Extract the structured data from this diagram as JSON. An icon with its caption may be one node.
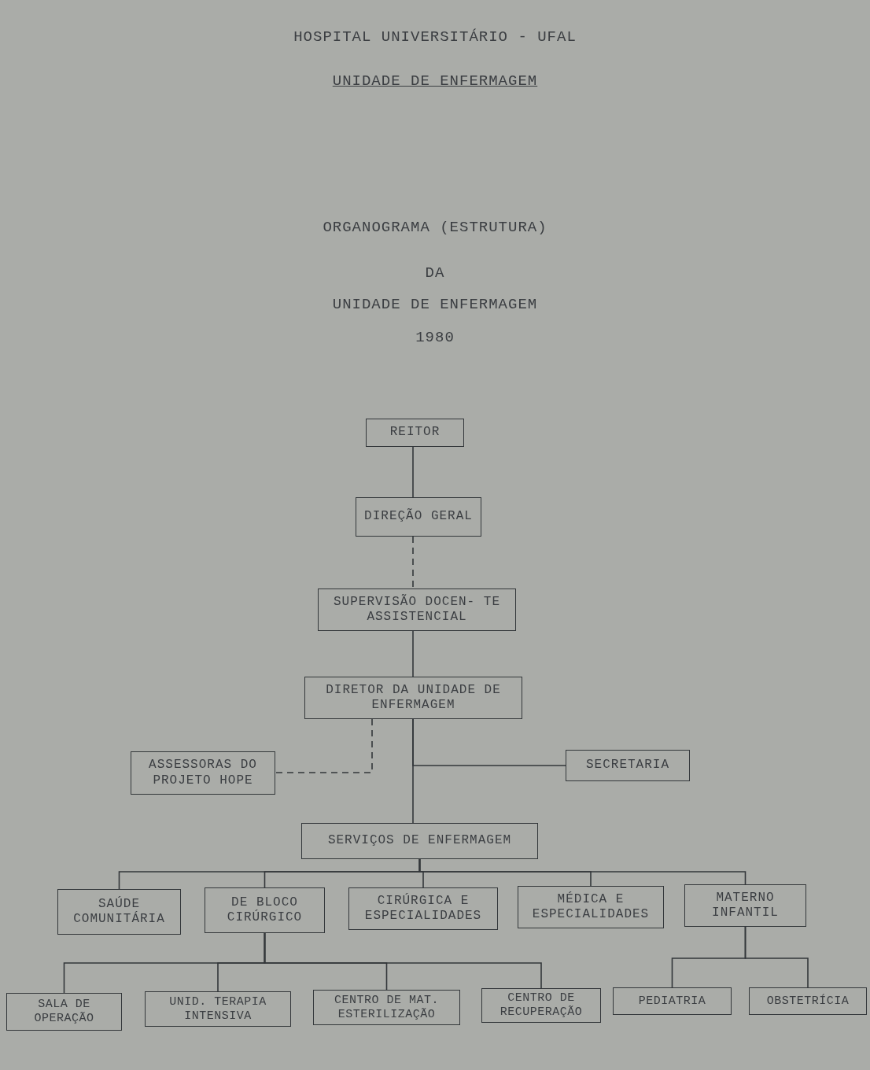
{
  "diagram": {
    "title": "HOSPITAL UNIVERSITÁRIO - UFAL",
    "nodes": [
      {
        "text": [
          "REITOR"
        ]
      },
      {
        "text": [
          "DIREÇÃO GERAL"
        ]
      },
      {
        "text": [
          "SUPERVISÃO DOCEN- TE ASSISTENCIAL"
        ]
      },
      {
        "text": [
          "DIRETOR DA UNIDADE DE ENFERMAGEM"
        ]
      },
      {
        "text": [
          "ASSESSORAS DO PROJETO HOPE"
        ]
      },
      {
        "text": [
          "SECRETARIA"
        ]
      },
      {
        "text": [
          "SERVIÇOS DE ENFERMAGEM"
        ]
      },
      {
        "text": [
          "SAÚDE COMUNITÁRIA"
        ]
      },
      {
        "text": [
          "DE BLOCO CIRÚRGICO"
        ]
      },
      {
        "text": [
          "CIRÚRGICA E ESPECIALIDADES"
        ]
      },
      {
        "text": [
          "MÉDICA E ESPECIALIDADES"
        ]
      },
      {
        "text": [
          "MATERNO INFANTIL"
        ]
      },
      {
        "text": [
          "SALA DE OPERAÇÃO"
        ]
      },
      {
        "text": [
          "UNID. TERAPIA INTENSIVA"
        ]
      },
      {
        "text": [
          "CENTRO DE MAT. ESTERILIZAÇÃO"
        ]
      },
      {
        "text": [
          "CENTRO DE RECUPERAÇÃO"
        ]
      },
      {
        "text": [
          "PEDIATRIA"
        ]
      },
      {
        "text": [
          "OBSTETRÍCIA"
        ]
      }
    ],
    "edges": [
      {
        "from": 0,
        "to": 1,
        "arrow": "none"
      },
      {
        "from": 1,
        "to": 2,
        "arrow": "none",
        "style": "dashed"
      },
      {
        "from": 2,
        "to": 3,
        "arrow": "none"
      },
      {
        "from": 3,
        "to": 4,
        "arrow": "none",
        "style": "dashed"
      },
      {
        "from": 3,
        "to": 5,
        "arrow": "none"
      },
      {
        "from": 3,
        "to": 6,
        "arrow": "none"
      },
      {
        "from": 6,
        "to": 7,
        "arrow": "none"
      },
      {
        "from": 6,
        "to": 8,
        "arrow": "none"
      },
      {
        "from": 6,
        "to": 9,
        "arrow": "none"
      },
      {
        "from": 6,
        "to": 10,
        "arrow": "none"
      },
      {
        "from": 6,
        "to": 11,
        "arrow": "none"
      },
      {
        "from": 8,
        "to": 12,
        "arrow": "none"
      },
      {
        "from": 8,
        "to": 13,
        "arrow": "none"
      },
      {
        "from": 8,
        "to": 14,
        "arrow": "none"
      },
      {
        "from": 8,
        "to": 15,
        "arrow": "none"
      },
      {
        "from": 11,
        "to": 16,
        "arrow": "none"
      },
      {
        "from": 11,
        "to": 17,
        "arrow": "none"
      }
    ],
    "labels": [
      "UNIDADE DE ENFERMAGEM",
      "ORGANOGRAMA (ESTRUTURA)",
      "DA",
      "UNIDADE DE ENFERMAGEM",
      "1980"
    ]
  }
}
